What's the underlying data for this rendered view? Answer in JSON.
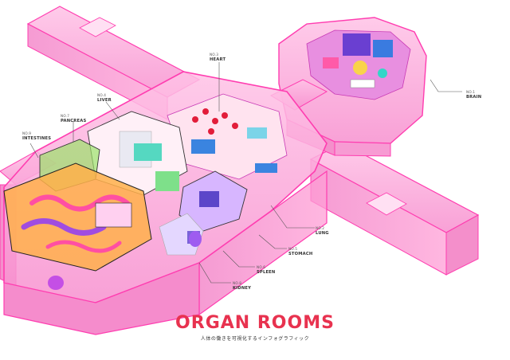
{
  "poster": {
    "title": "ORGAN ROOMS",
    "subtitle": "人体の働きを可視化するインフォグラフィック"
  },
  "labels": [
    {
      "id": "brain",
      "number": "NO.1",
      "name": "BRAIN"
    },
    {
      "id": "lung",
      "number": "NO.2",
      "name": "LUNG"
    },
    {
      "id": "heart",
      "number": "NO.3",
      "name": "HEART"
    },
    {
      "id": "liver",
      "number": "NO.4",
      "name": "LIVER"
    },
    {
      "id": "stomach",
      "number": "NO.5",
      "name": "STOMACH"
    },
    {
      "id": "spleen",
      "number": "NO.6",
      "name": "SPLEEN"
    },
    {
      "id": "pancreas",
      "number": "NO.7",
      "name": "PANCREAS"
    },
    {
      "id": "kidney",
      "number": "NO.8",
      "name": "KIDNEY"
    },
    {
      "id": "intestines",
      "number": "NO.9",
      "name": "INTESTINES"
    }
  ],
  "colors": {
    "accent": "#e8324f",
    "glass": "#f7a8d8",
    "edge": "#ff3db0",
    "floor": "#ffd0ea"
  }
}
